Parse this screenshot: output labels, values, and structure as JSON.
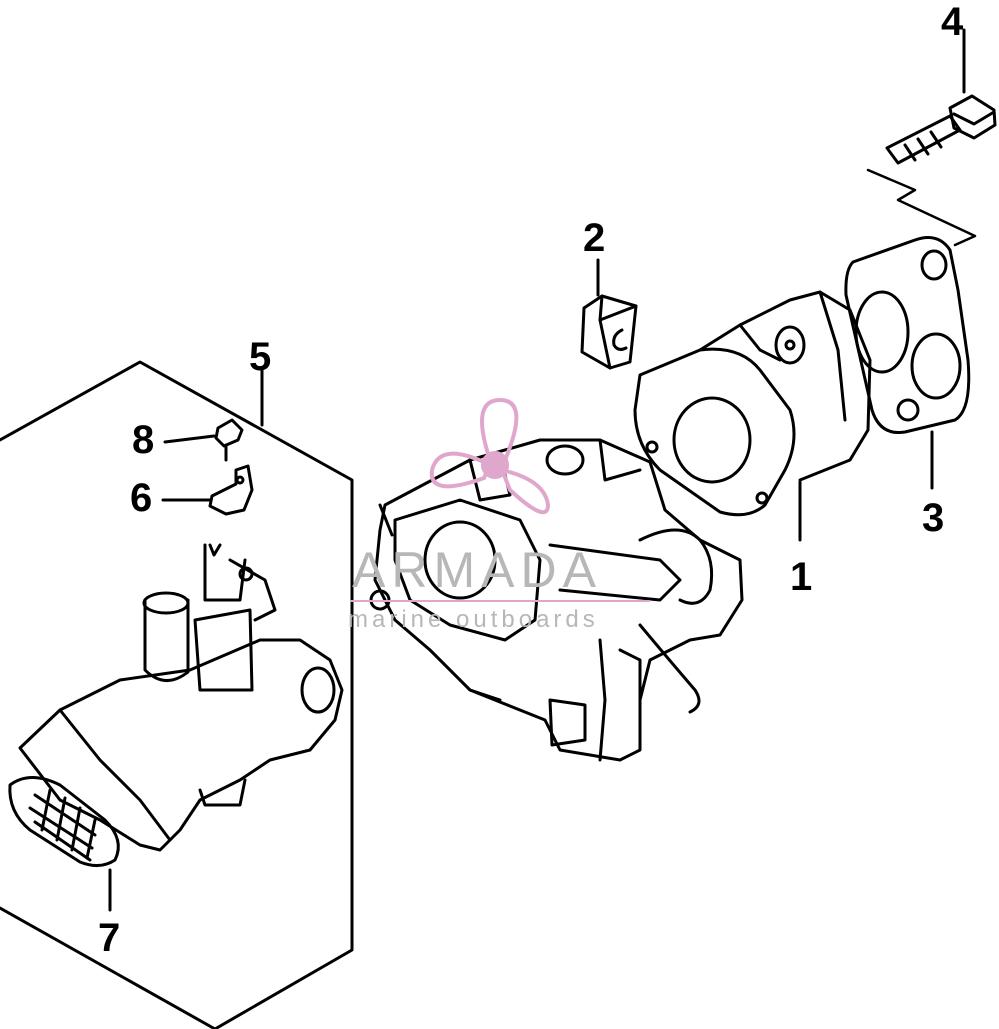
{
  "callouts": {
    "c1": "1",
    "c2": "2",
    "c3": "3",
    "c4": "4",
    "c5": "5",
    "c6": "6",
    "c7": "7",
    "c8": "8"
  },
  "watermark": {
    "title": "ARMADA",
    "subtitle": "marine outboards",
    "color": "#e0a7cd"
  }
}
